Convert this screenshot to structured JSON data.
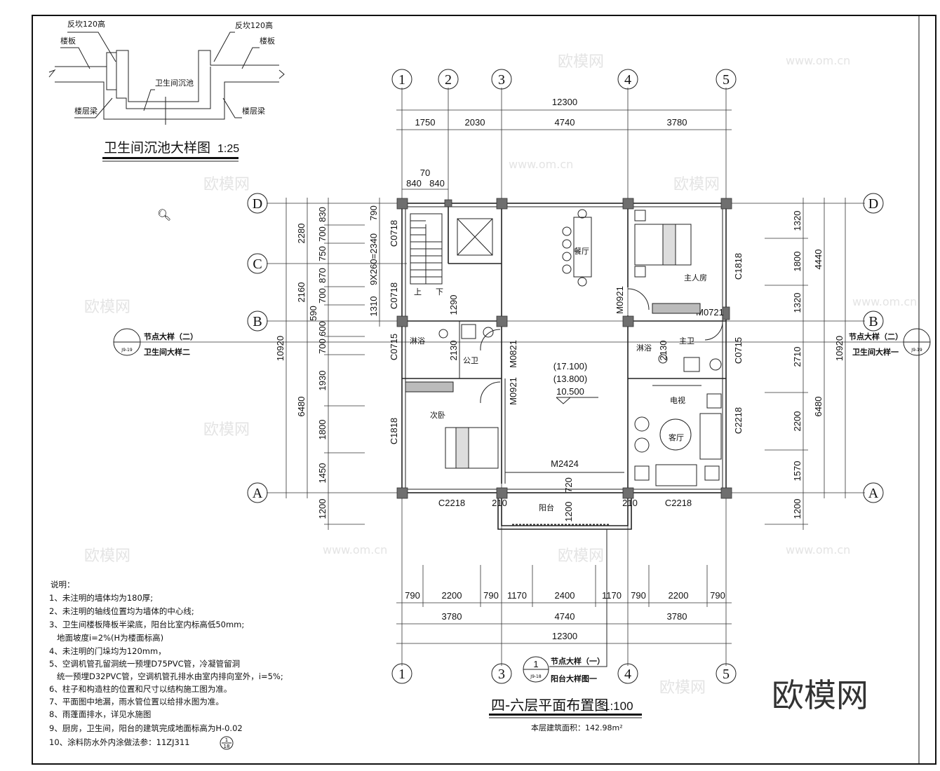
{
  "detail": {
    "title": "卫生间沉池大样图",
    "scale": "1:25",
    "labels": {
      "curb_left": "反坎120高",
      "curb_right": "反坎120高",
      "slab_left": "楼板",
      "slab_right": "楼板",
      "pit": "卫生间沉池",
      "beam_left": "楼层梁",
      "beam_right": "楼层梁"
    }
  },
  "axes": {
    "cols": [
      "1",
      "2",
      "3",
      "4",
      "5"
    ],
    "rows": [
      "D",
      "C",
      "B",
      "A"
    ]
  },
  "dims_top": {
    "total": "12300",
    "segs": [
      "1750",
      "2030",
      "4740",
      "3780"
    ],
    "stair": [
      "70",
      "840",
      "840"
    ]
  },
  "dims_bottom": {
    "row1": [
      "790",
      "2200",
      "790",
      "1170",
      "2400",
      "1170",
      "790",
      "2200",
      "790"
    ],
    "row2": [
      "3780",
      "4740",
      "3780"
    ],
    "total": "12300"
  },
  "dims_left": {
    "total": "10920",
    "mid": [
      "2280",
      "2160",
      "6480"
    ],
    "inner": [
      "830",
      "700",
      "750",
      "870",
      "700",
      "590",
      "600",
      "700",
      "1930",
      "1800",
      "1450",
      "1200"
    ],
    "stair": "9X260=2340",
    "stair_top": "790",
    "stair_bot": "1310"
  },
  "dims_right": {
    "inner": [
      "1320",
      "1800",
      "1320",
      "2710",
      "2200",
      "1570",
      "1200"
    ],
    "mid": [
      "4440",
      "6480"
    ],
    "total": "10920"
  },
  "openings": {
    "c0718a": "C0718",
    "c0718b": "C0718",
    "c0715l": "C0715",
    "c0715r": "C0715",
    "c1818l": "C1818",
    "c1818r": "C1818",
    "c2218l": "C2218",
    "c2218b": "C2218",
    "c2218r": "C2218",
    "m0921a": "M0921",
    "m0921b": "M0921",
    "m0821": "M0821",
    "m0721": "M0721",
    "m2424": "M2424"
  },
  "rooms": {
    "dining": "餐厅",
    "master": "主人房",
    "shower_l": "淋浴",
    "shower_r": "淋浴",
    "public_bath": "公卫",
    "master_bath": "主卫",
    "second_bed": "次卧",
    "tv": "电视",
    "living": "客厅",
    "balcony": "阳台"
  },
  "interior_dims": {
    "d1290": "1290",
    "d2130a": "2130",
    "d2130b": "2130",
    "d720": "720",
    "d1200": "1200",
    "d210a": "210",
    "d210b": "210",
    "up": "上",
    "down": "下"
  },
  "elevations": [
    "(17.100)",
    "(13.800)",
    "10.500"
  ],
  "callouts": {
    "left": {
      "line1": "节点大样（二）",
      "line2": "卫生间大样二",
      "ref": "J9-19"
    },
    "right": {
      "line1": "节点大样（二）",
      "line2": "卫生间大样一",
      "ref": "J9-19"
    },
    "bottom": {
      "num": "1",
      "ref": "J9-18",
      "line1": "节点大样（一）",
      "line2": "阳台大样图一"
    }
  },
  "title": {
    "text": "四-六层平面布置图",
    "scale": "1:100",
    "area": "本层建筑面积：142.98m²"
  },
  "notes": {
    "heading": "说明：",
    "items": [
      "1、未注明的墙体均为180厚;",
      "2、未注明的轴线位置均为墙体的中心线;",
      "3、卫生间楼板降板半梁底，阳台比室内标高低50mm;",
      "   地面坡度i=2%(H为楼面标高)",
      "4、未注明的门垛均为120mm，",
      "5、空调机管孔留洞统一预埋D75PVC管，冷凝管留洞",
      "   统一预埋D32PVC管，空调机管孔排水由室内排向室外，i=5%;",
      "6、柱子和构造柱的位置和尺寸以结构施工图为准。",
      "7、平面图中地漏，雨水管位置以给排水图为准。",
      "8、雨蓬面排水，详见水施图",
      "9、厨房，卫生间，阳台的建筑完成地面标高为H-0.02",
      "10、涂料防水外内涂做法参：11ZJ311"
    ],
    "ref_num": "1",
    "ref_den": "18"
  },
  "watermark": {
    "logo": "欧模网",
    "url": "www.om.cn"
  }
}
